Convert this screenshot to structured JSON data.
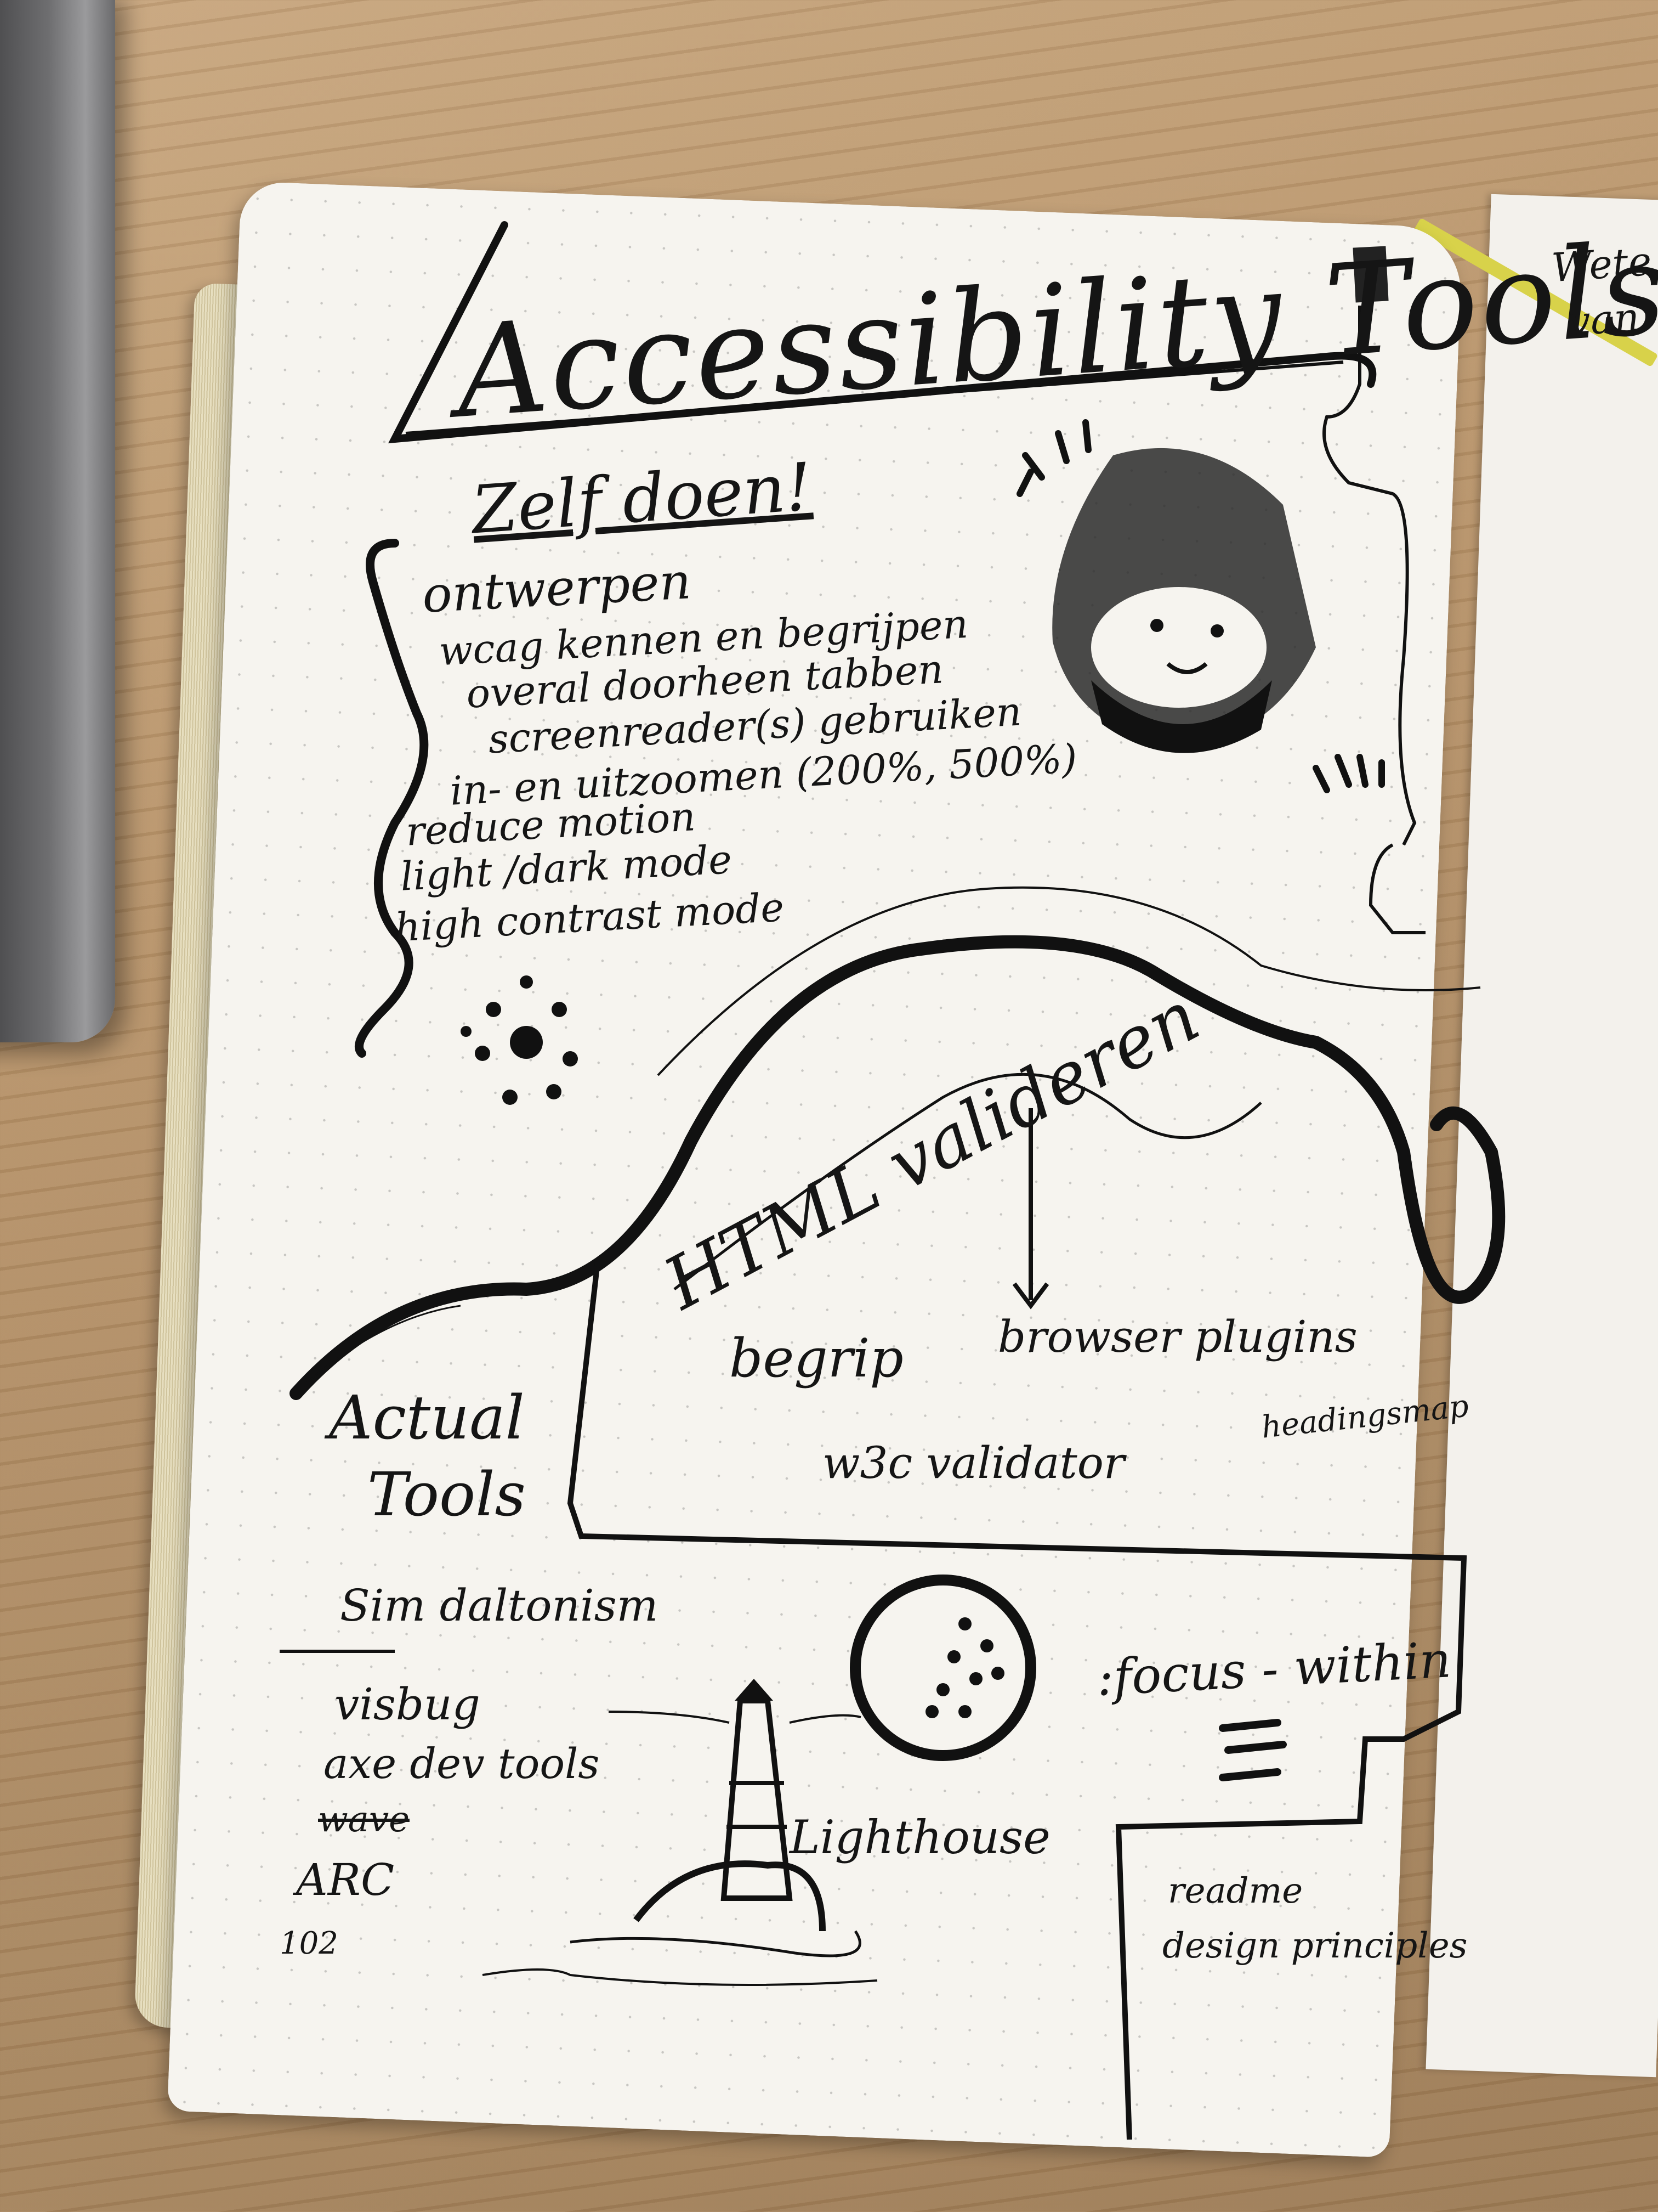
{
  "notebook": {
    "title": "Accessibility Tools",
    "subtitle": "Zelf doen!",
    "sections": {
      "zelf_doen": [
        "ontwerpen",
        "wcag kennen en begrijpen",
        "overal doorheen tabben",
        "screenreader(s) gebruiken",
        "in- en uitzoomen (200%, 500%)",
        "reduce motion",
        "light /dark mode",
        "high contrast mode"
      ],
      "html_valideren": {
        "heading": "HTML valideren",
        "items": [
          "begrip",
          "w3c validator"
        ],
        "arrow_target": "browser plugins",
        "plugin_note": "headingsmap"
      },
      "actual_tools": {
        "heading_line1": "Actual",
        "heading_line2": "Tools",
        "items": [
          "Sim daltonism",
          "visbug",
          "axe dev tools",
          "wave",
          "ARC"
        ],
        "struck_item_index": 3
      },
      "lighthouse_label": "Lighthouse",
      "focus_within": ":focus - within",
      "readme_line1": "readme",
      "readme_line2": "design principles"
    },
    "page_number": "102",
    "facing_page_text_line1": "Wete",
    "facing_page_text_line2": "van"
  }
}
